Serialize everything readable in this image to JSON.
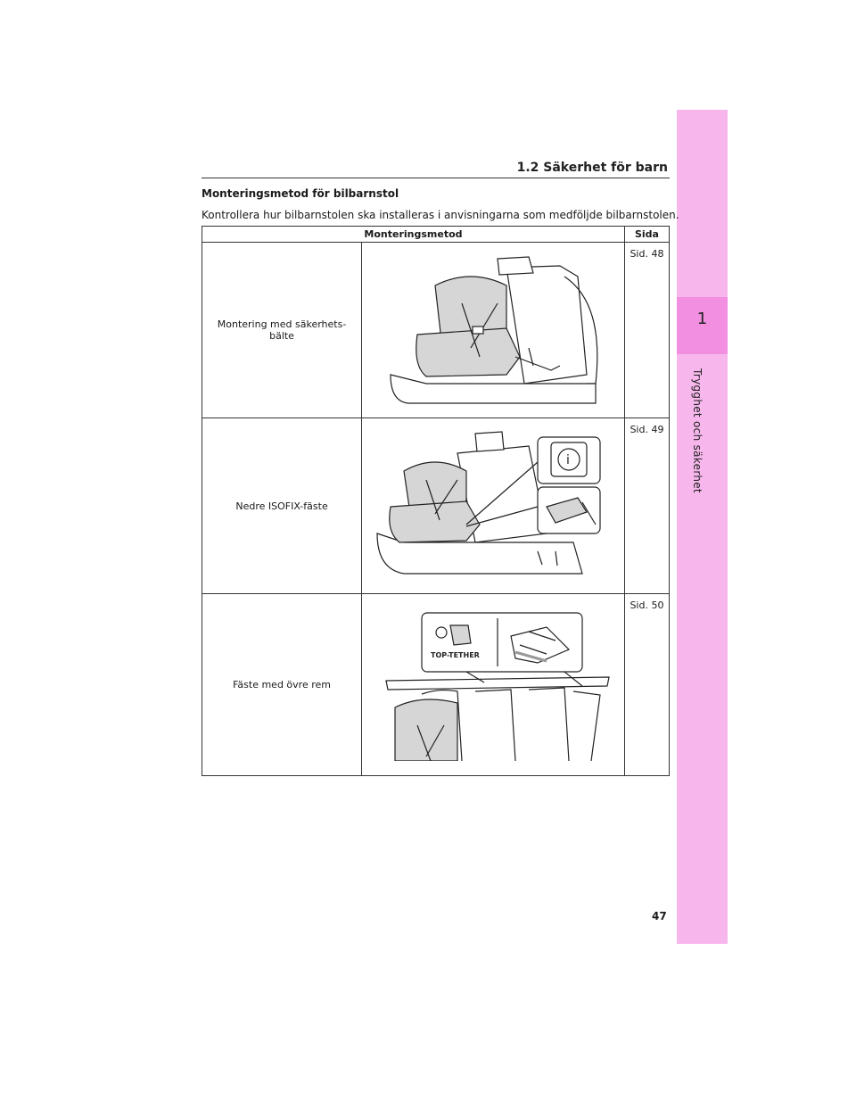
{
  "side_tab": {
    "chapter_number": "1",
    "chapter_title": "Trygghet och säkerhet"
  },
  "header": {
    "section": "1.2  Säkerhet för barn"
  },
  "heading": "Monteringsmetod för bilbarnstol",
  "intro": "Kontrollera hur bilbarnstolen ska installeras i anvisningarna som medföljde bilbarnstolen.",
  "table": {
    "col_method": "Monteringsmetod",
    "col_page": "Sida",
    "rows": [
      {
        "label": "Montering med säkerhets-bälte",
        "page": "Sid. 48",
        "illustration": "seatbelt-child-seat"
      },
      {
        "label": "Nedre ISOFIX-fäste",
        "page": "Sid. 49",
        "illustration": "isofix-child-seat"
      },
      {
        "label": "Fäste med övre rem",
        "page": "Sid. 50",
        "illustration": "top-tether-child-seat",
        "badge": "TOP-TETHER"
      }
    ]
  },
  "page_number": "47"
}
